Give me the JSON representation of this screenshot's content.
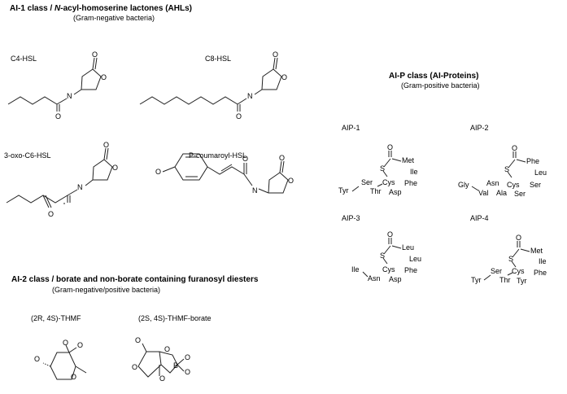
{
  "sections": {
    "ai1": {
      "title_prefix": "AI-1 class / ",
      "title_italic": "N",
      "title_suffix": "-acyl-homoserine lactones (AHLs)",
      "subtitle": "(Gram-negative bacteria)"
    },
    "aip": {
      "title": "AI-P class (AI-Proteins)",
      "subtitle": "(Gram-positive bacteria)"
    },
    "ai2": {
      "title": "AI-2 class / borate and non-borate containing furanosyl diesters",
      "subtitle": "(Gram-negative/positive bacteria)"
    }
  },
  "molecules": {
    "c4": "C4-HSL",
    "c8": "C8-HSL",
    "oxo": "3-oxo-C6-HSL",
    "pc": "P-coumaroyl-HSL",
    "thmf": "(2R, 4S)-THMF",
    "thmfb": "(2S, 4S)-THMF-borate"
  },
  "peptides": {
    "aip1": {
      "label": "AIP-1",
      "res": [
        "Met",
        "Ile",
        "Phe",
        "Asp",
        "Cys",
        "Thr",
        "Ser",
        "Tyr"
      ]
    },
    "aip2": {
      "label": "AIP-2",
      "res": [
        "Phe",
        "Leu",
        "Ser",
        "Ser",
        "Cys",
        "Ala",
        "Asn",
        "Val",
        "Gly"
      ]
    },
    "aip3": {
      "label": "AIP-3",
      "res": [
        "Leu",
        "Leu",
        "Phe",
        "Asp",
        "Cys",
        "Asn",
        "Ile"
      ]
    },
    "aip4": {
      "label": "AIP-4",
      "res": [
        "Met",
        "Ile",
        "Phe",
        "Tyr",
        "Cys",
        "Thr",
        "Ser",
        "Tyr"
      ]
    }
  },
  "atoms": {
    "O": "O",
    "N": "N",
    "S": "S",
    "B": "B"
  }
}
